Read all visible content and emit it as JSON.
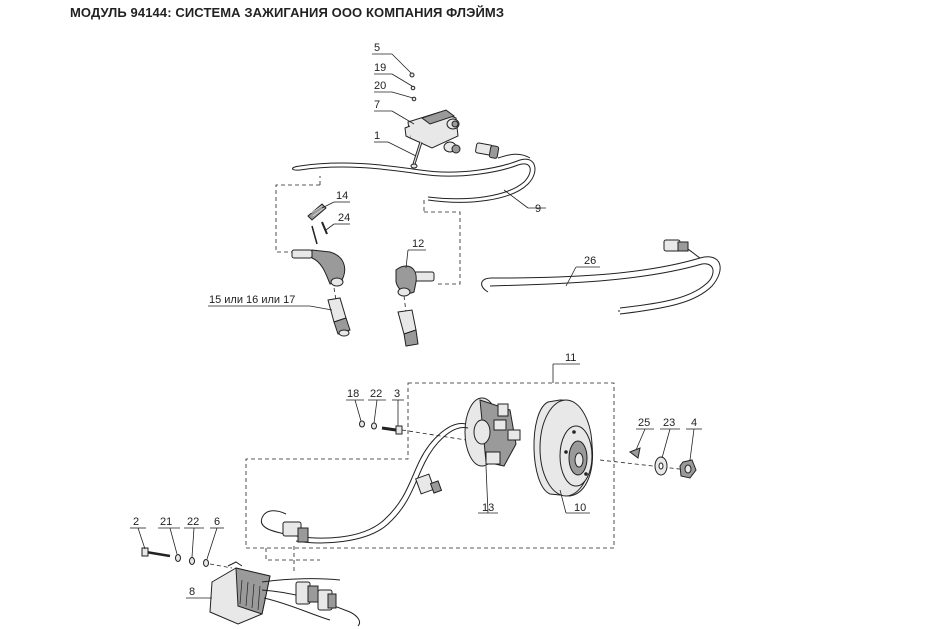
{
  "title": "МОДУЛЬ 94144: СИСТЕМА ЗАЖИГАНИЯ ООО КОМПАНИЯ ФЛЭЙМЗ",
  "callouts": {
    "c5": "5",
    "c19": "19",
    "c20": "20",
    "c7": "7",
    "c1": "1",
    "c9": "9",
    "c14": "14",
    "c24": "24",
    "c12": "12",
    "c26": "26",
    "c15_16_17": "15 или 16 или 17",
    "c11": "11",
    "c18": "18",
    "c22a": "22",
    "c3": "3",
    "c25": "25",
    "c23": "23",
    "c4": "4",
    "c13": "13",
    "c10": "10",
    "c2": "2",
    "c21": "21",
    "c22b": "22",
    "c6": "6",
    "c8": "8"
  }
}
